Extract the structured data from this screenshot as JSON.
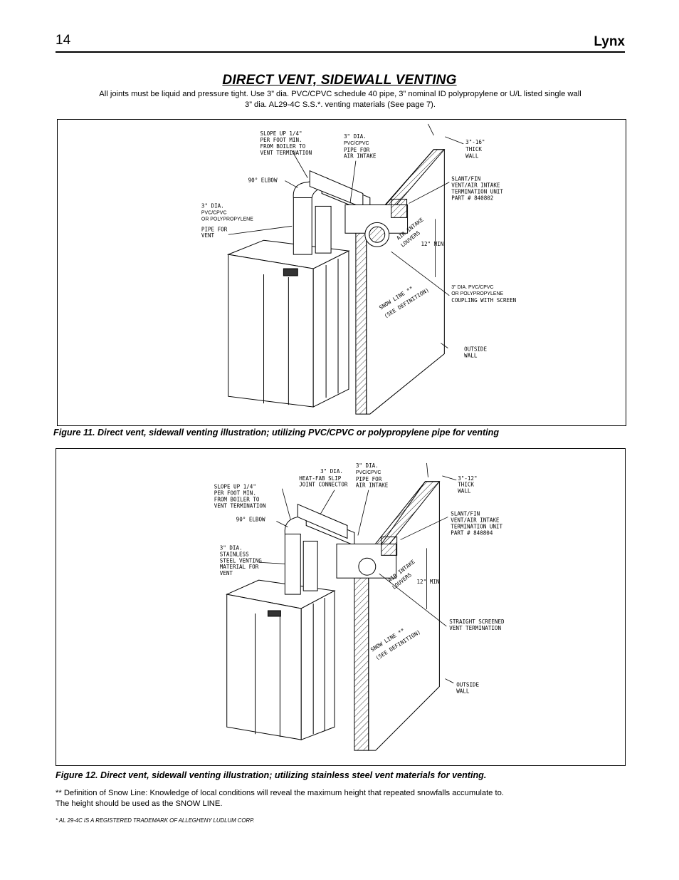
{
  "header": {
    "page_number": "14",
    "brand": "Lynx"
  },
  "section": {
    "title": "DIRECT VENT, SIDEWALL VENTING",
    "intro_line1": "All joints must be liquid and pressure tight. Use 3” dia. PVC/CPVC schedule 40 pipe, 3” nominal ID polypropylene or U/L listed single wall",
    "intro_line2": "3” dia. AL29-4C S.S.*. venting materials (See page 7)."
  },
  "figure1": {
    "caption": "Figure 11. Direct vent, sidewall venting illustration; utilizing PVC/CPVC or polypropylene pipe for venting",
    "labels": {
      "slope_1": "SLOPE UP 1/4\"",
      "slope_2": "PER FOOT MIN.",
      "slope_3": "FROM BOILER TO",
      "slope_4": "VENT TERMINATION",
      "intake_1": "3\" DIA.",
      "intake_2": "PVC/CPVC",
      "intake_3": "PIPE FOR",
      "intake_4": "AIR INTAKE",
      "thick_1": "3\"-16\"",
      "thick_2": "THICK",
      "thick_3": "WALL",
      "elbow": "90° ELBOW",
      "vent_1": "3\" DIA.",
      "vent_2": "PVC/CPVC",
      "vent_3": "OR POLYPROPYLENE",
      "vent_4": "PIPE FOR",
      "vent_5": "VENT",
      "term_1": "SLANT/FIN",
      "term_2": "VENT/AIR INTAKE",
      "term_3": "TERMINATION UNIT",
      "term_4": "PART # 840802",
      "louvers_1": "AIR INTAKE",
      "louvers_2": "LOUVERS",
      "min12": "12\" MIN",
      "snow_1": "SNOW LINE **",
      "snow_2": "(SEE DEFINITION)",
      "coupling_1": "3\" DIA. PVC/CPVC",
      "coupling_2": "OR POLYPROPYLENE",
      "coupling_3": "COUPLING WITH SCREEN",
      "outside_1": "OUTSIDE",
      "outside_2": "WALL"
    }
  },
  "figure2": {
    "caption": "Figure 12. Direct vent, sidewall venting illustration; utilizing stainless steel vent materials for venting.",
    "labels": {
      "slope_1": "SLOPE UP 1/4\"",
      "slope_2": "PER FOOT MIN.",
      "slope_3": "FROM BOILER TO",
      "slope_4": "VENT TERMINATION",
      "conn_1": "3\" DIA.",
      "conn_2": "HEAT-FAB SLIP",
      "conn_3": "JOINT CONNECTOR",
      "intake_1": "3\" DIA.",
      "intake_2": "PVC/CPVC",
      "intake_3": "PIPE FOR",
      "intake_4": "AIR INTAKE",
      "thick_1": "3\"-12\"",
      "thick_2": "THICK",
      "thick_3": "WALL",
      "term_1": "SLANT/FIN",
      "term_2": "VENT/AIR INTAKE",
      "term_3": "TERMINATION UNIT",
      "term_4": "PART # 840804",
      "elbow": "90° ELBOW",
      "ss_1": "3\" DIA.",
      "ss_2": "STAINLESS",
      "ss_3": "STEEL VENTING",
      "ss_4": "MATERIAL FOR",
      "ss_5": "VENT",
      "louvers_1": "AIR INTAKE",
      "louvers_2": "LOUVERS",
      "min12": "12\" MIN",
      "straight_1": "STRAIGHT SCREENED",
      "straight_2": "VENT TERMINATION",
      "snow_1": "SNOW LINE **",
      "snow_2": "(SEE DEFINITION)",
      "outside_1": "OUTSIDE",
      "outside_2": "WALL"
    }
  },
  "notes": {
    "snow_line_1": "** Definition of Snow Line: Knowledge of local conditions will reveal the maximum height that repeated snowfalls accumulate to.",
    "snow_line_2": "The height should be used as the SNOW LINE.",
    "trademark": "* AL 29-4C IS A REGISTERED TRADEMARK OF ALLEGHENY LUDLUM CORP."
  }
}
